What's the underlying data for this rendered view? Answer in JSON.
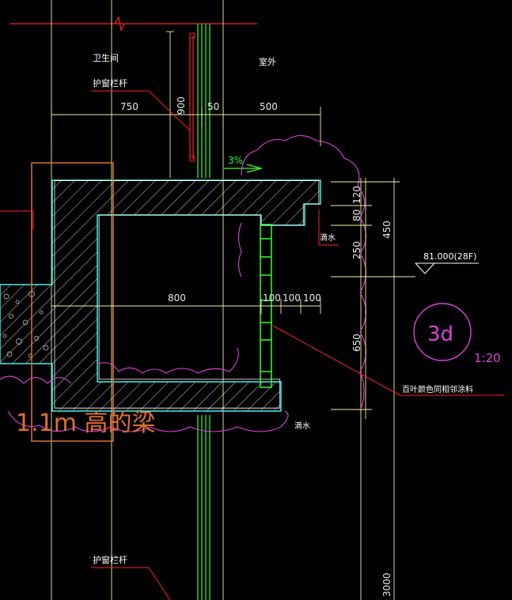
{
  "labels": {
    "bathroom": "卫生间",
    "outdoor": "室外",
    "window_guard_top": "护窗栏杆",
    "window_guard_bottom": "护窗栏杆",
    "drip_upper": "滴水",
    "drip_lower": "滴水",
    "louver_note": "百叶颜色同相邻涂料",
    "slope": "3%",
    "elevation": "81.000(28F)",
    "beam_note": "1.1m 高的梁",
    "detail_id": "3d",
    "detail_scale": "1:20"
  },
  "dimensions": {
    "top_750": "750",
    "top_50": "50",
    "top_500": "500",
    "railing_900": "900",
    "right_120": "120",
    "right_80": "80",
    "right_250": "250",
    "right_450": "450",
    "right_650": "650",
    "right_3000": "3000",
    "inner_800": "800",
    "inner_100a": "100",
    "inner_100b": "100",
    "inner_100c": "100"
  },
  "colors": {
    "background": "#000000",
    "red": "#ff2020",
    "cyan": "#40f0f0",
    "yellow": "#f0f0a0",
    "green": "#30ff30",
    "magenta": "#e040e0",
    "orange": "#e07030",
    "white": "#e8e8e8"
  }
}
